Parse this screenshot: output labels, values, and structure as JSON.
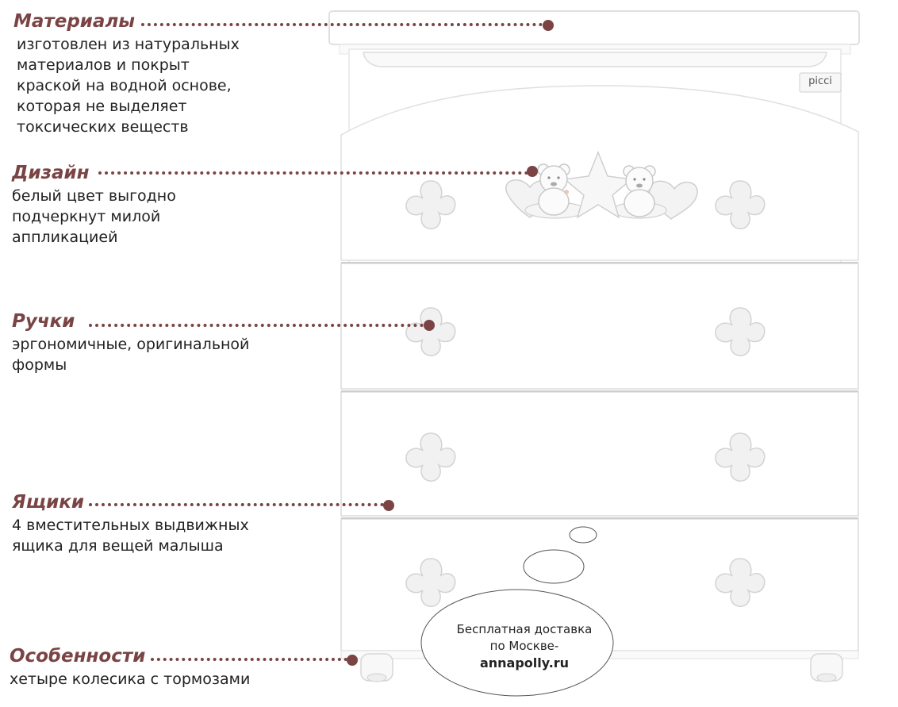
{
  "brand": {
    "logo_text": "picci"
  },
  "features": [
    {
      "id": "materials",
      "title": "Материалы",
      "description": "изготовлен из натуральных\nматериалов и покрыт\nкраской на водной основе,\nкоторая не выделяет\nтоксических веществ"
    },
    {
      "id": "design",
      "title": "Дизайн",
      "description": "белый цвет выгодно\nподчеркнут милой\nаппликацией"
    },
    {
      "id": "handles",
      "title": "Ручки",
      "description": "эргономичные, оригинальной\nформы"
    },
    {
      "id": "drawers",
      "title": "Ящики",
      "description": "4 вместительных выдвижных\nящика для вещей малыша"
    },
    {
      "id": "features",
      "title": "Особенности",
      "description": "хетыре колесика с тормозами"
    }
  ],
  "callout": {
    "line1": "Бесплатная доставка",
    "line2": "по Москве-",
    "site": "annapolly.ru"
  },
  "colors": {
    "accent": "#7a4444",
    "text": "#222222",
    "furniture": "#ffffff",
    "outline": "#e2e2e2"
  }
}
